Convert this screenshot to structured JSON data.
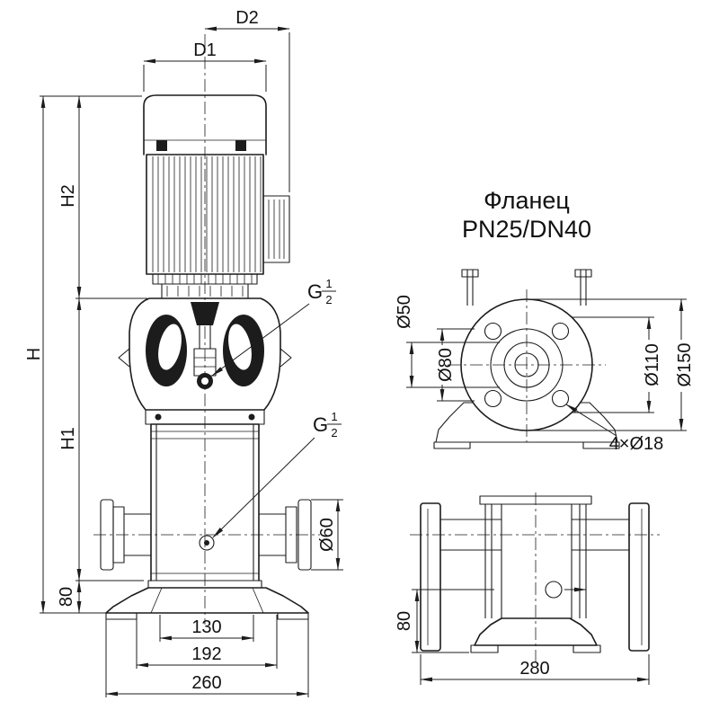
{
  "drawing": {
    "front_view": {
      "dim_d2": "D2",
      "dim_d1": "D1",
      "dim_h2": "H2",
      "dim_h": "H",
      "dim_h1": "H1",
      "dim_base_height": "80",
      "dim_port_diameter": "Ø60",
      "dim_bolt_spacing": "130",
      "dim_foot_spacing": "192",
      "dim_base_width": "260",
      "thread_label": "G",
      "thread_num": "1",
      "thread_den": "2"
    },
    "flange_view": {
      "title_line1": "Фланец",
      "title_line2": "PN25/DN40",
      "dim_bore": "Ø50",
      "dim_raised_face": "Ø80",
      "dim_bolt_circle": "Ø110",
      "dim_outer": "Ø150",
      "bolt_holes_note": "4×Ø18"
    },
    "base_view": {
      "dim_port_height": "80",
      "dim_overall_width": "280"
    }
  }
}
